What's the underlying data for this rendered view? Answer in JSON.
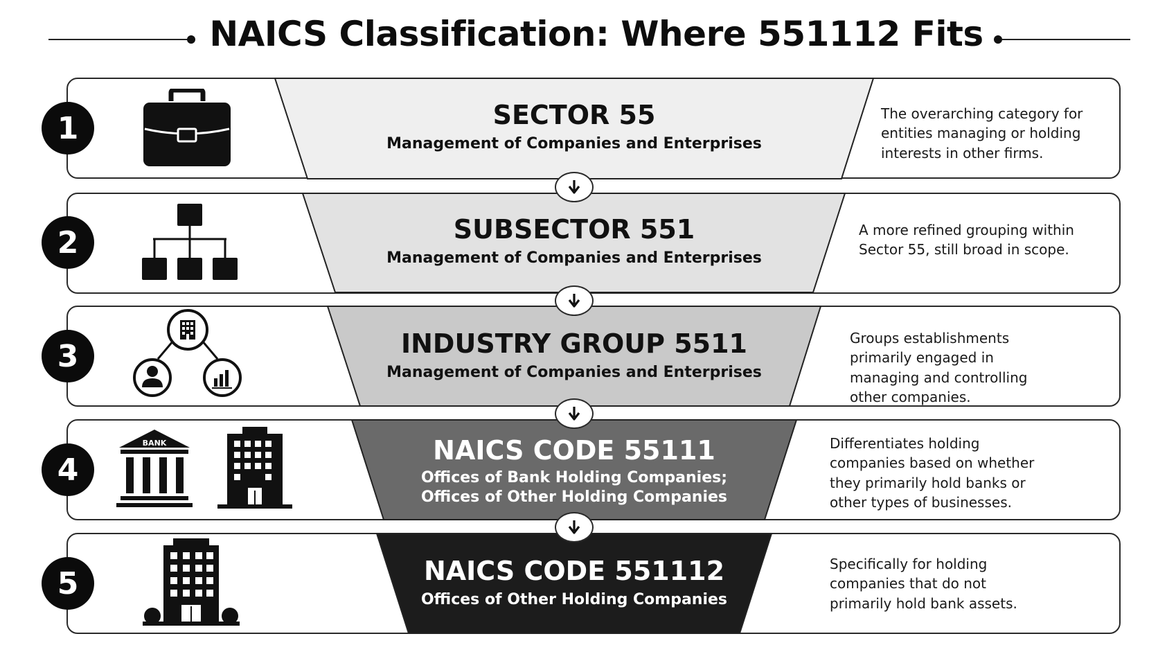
{
  "title": "NAICS Classification: Where 551112 Fits",
  "levels": [
    {
      "number": "1",
      "icon": "briefcase-icon",
      "heading": "SECTOR 55",
      "subtitle_lines": [
        "Management of Companies and Enterprises"
      ],
      "description": "The overarching category for entities managing or holding interests in other firms.",
      "fill": "#efefef",
      "text_color": "#111111"
    },
    {
      "number": "2",
      "icon": "org-chart-icon",
      "heading": "SUBSECTOR 551",
      "subtitle_lines": [
        "Management of Companies and Enterprises"
      ],
      "description": "A more refined grouping within Sector 55, still broad in scope.",
      "fill": "#e2e2e2",
      "text_color": "#111111"
    },
    {
      "number": "3",
      "icon": "network-icon",
      "heading": "INDUSTRY GROUP 5511",
      "subtitle_lines": [
        "Management of Companies and Enterprises"
      ],
      "description": "Groups establishments primarily engaged in managing and controlling other companies.",
      "fill": "#c9c9c9",
      "text_color": "#111111"
    },
    {
      "number": "4",
      "icon": "bank-and-building-icon",
      "heading": "NAICS CODE 55111",
      "subtitle_lines": [
        "Offices of Bank Holding Companies;",
        "Offices of Other Holding Companies"
      ],
      "description": "Differentiates holding companies based on whether they primarily hold banks or other types of businesses.",
      "fill": "#6a6a6a",
      "text_color": "#ffffff"
    },
    {
      "number": "5",
      "icon": "office-building-icon",
      "heading": "NAICS CODE 551112",
      "subtitle_lines": [
        "Offices of Other Holding Companies"
      ],
      "description": "Specifically for holding companies that do not primarily hold bank assets.",
      "fill": "#1c1c1c",
      "text_color": "#ffffff"
    }
  ],
  "icons": {
    "bank_label": "BANK"
  }
}
